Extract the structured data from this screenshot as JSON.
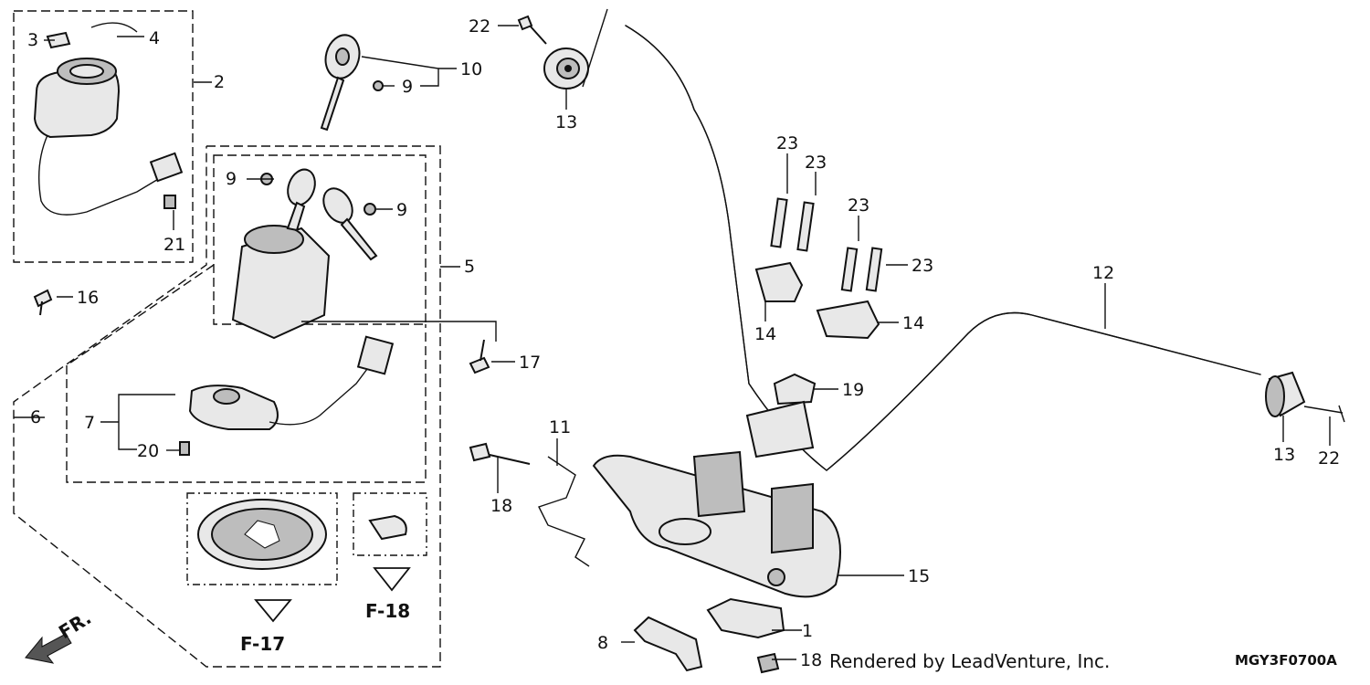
{
  "callouts": {
    "c1": "1",
    "c2": "2",
    "c3": "3",
    "c4": "4",
    "c5": "5",
    "c6": "6",
    "c7": "7",
    "c8": "8",
    "c9a": "9",
    "c9b": "9",
    "c9c": "9",
    "c10": "10",
    "c11": "11",
    "c12": "12",
    "c13a": "13",
    "c13b": "13",
    "c14a": "14",
    "c14b": "14",
    "c15": "15",
    "c16": "16",
    "c17": "17",
    "c18a": "18",
    "c18b": "18",
    "c19": "19",
    "c20": "20",
    "c21": "21",
    "c22a": "22",
    "c22b": "22",
    "c23a": "23",
    "c23b": "23",
    "c23c": "23",
    "c23d": "23"
  },
  "references": {
    "f17": "F-17",
    "f18": "F-18"
  },
  "direction": {
    "front": "FR."
  },
  "footer": {
    "credit": "Rendered by LeadVenture, Inc.",
    "code": "MGY3F0700A"
  }
}
